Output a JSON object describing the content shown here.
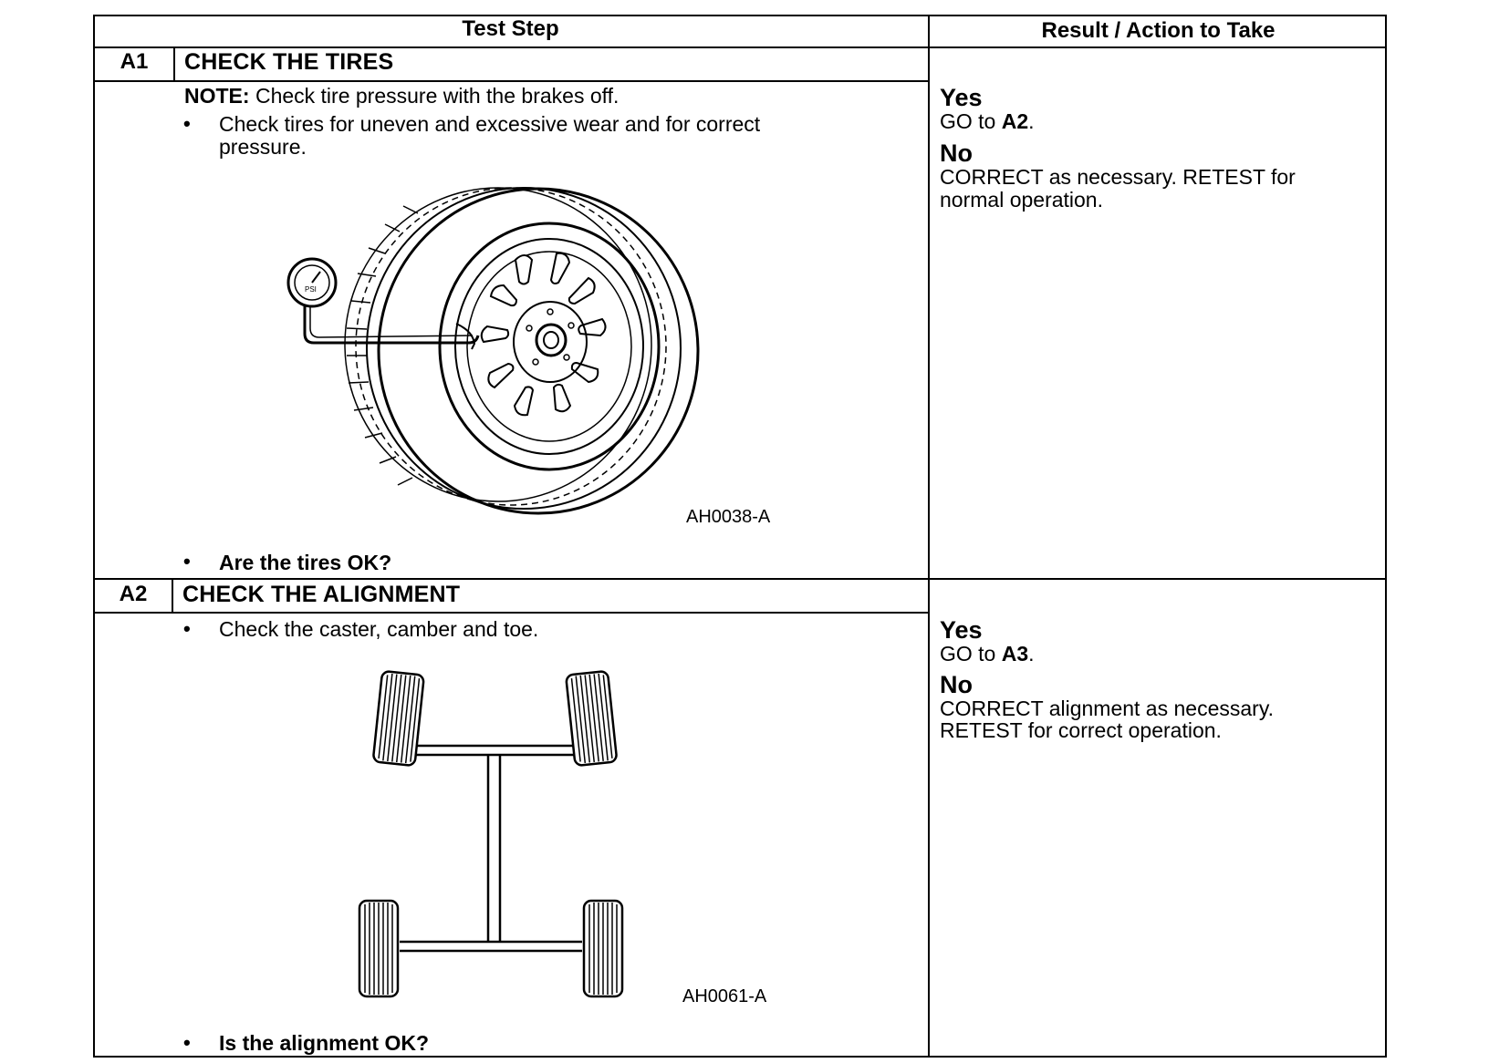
{
  "header": {
    "test_step": "Test Step",
    "result_action": "Result / Action to Take"
  },
  "steps": [
    {
      "id": "A1",
      "title": "CHECK THE TIRES",
      "note_label": "NOTE:",
      "note_text": " Check tire pressure with the brakes off.",
      "bullet_1_line_1": "Check tires for uneven and excessive wear and for correct",
      "bullet_1_line_2": "pressure.",
      "figure": {
        "id": "AH0038-A",
        "gauge_label": "PSI"
      },
      "question": "Are the tires OK?",
      "yes_label": "Yes",
      "yes_action_pre": "GO to ",
      "yes_action_target": "A2",
      "yes_action_post": ".",
      "no_label": "No",
      "no_line_1": "CORRECT as necessary. RETEST for",
      "no_line_2": "normal operation."
    },
    {
      "id": "A2",
      "title": "CHECK THE ALIGNMENT",
      "bullet_1_line_1": "Check the caster, camber and toe.",
      "figure": {
        "id": "AH0061-A"
      },
      "question": "Is the alignment OK?",
      "yes_label": "Yes",
      "yes_action_pre": "GO to ",
      "yes_action_target": "A3",
      "yes_action_post": ".",
      "no_label": "No",
      "no_line_1": "CORRECT alignment as necessary.",
      "no_line_2": "RETEST for correct operation."
    }
  ]
}
